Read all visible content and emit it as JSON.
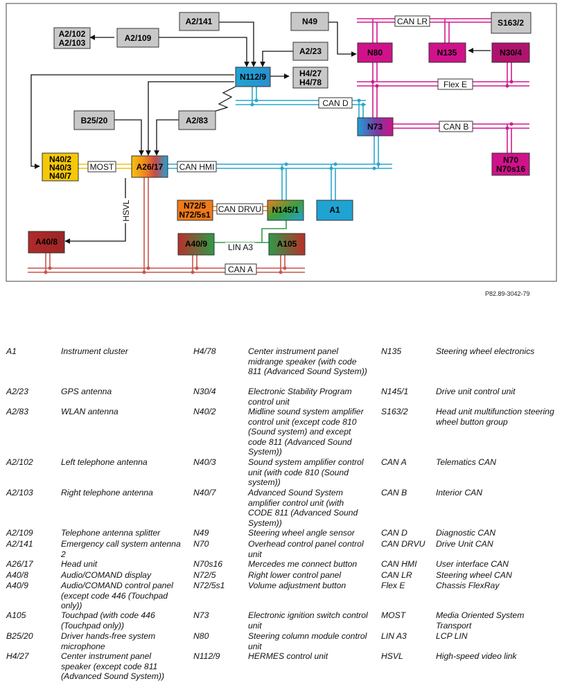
{
  "diagram": {
    "components": {
      "a2_141": "A2/141",
      "a2_102": "A2/102",
      "a2_103": "A2/103",
      "a2_109": "A2/109",
      "a2_23": "A2/23",
      "n49": "N49",
      "n80": "N80",
      "n135": "N135",
      "s163_2": "S163/2",
      "n30_4": "N30/4",
      "n112_9": "N112/9",
      "h4_27": "H4/27",
      "h4_78": "H4/78",
      "b25_20": "B25/20",
      "a2_83": "A2/83",
      "n73": "N73",
      "n70": "N70",
      "n70s16": "N70s16",
      "n40_2": "N40/2",
      "n40_3": "N40/3",
      "n40_7": "N40/7",
      "a26_17": "A26/17",
      "n72_5": "N72/5",
      "n72_5s1": "N72/5s1",
      "n145_1": "N145/1",
      "a1": "A1",
      "a40_8": "A40/8",
      "a40_9": "A40/9",
      "a105": "A105"
    },
    "bus_labels": {
      "can_lr": "CAN LR",
      "flex_e": "Flex E",
      "can_d": "CAN D",
      "can_b": "CAN B",
      "most": "MOST",
      "can_hmi": "CAN HMI",
      "can_drvu": "CAN DRVU",
      "lin_a3": "LIN A3",
      "can_a": "CAN A",
      "hsvl": "HSVL"
    },
    "colors": {
      "gray_box": "#c8c8c8",
      "can_red": "#c8544a",
      "can_magenta": "#d01a8c",
      "can_cyan": "#2aa6cc",
      "most_yellow": "#f2c40a",
      "lin_green": "#2e9a48",
      "orange": "#f07a1a",
      "dark_red": "#a82a2a",
      "n30_4": "#b0136e",
      "a1_blue": "#1fa3d2"
    },
    "reference": "P82.89-3042-79"
  },
  "legend": {
    "col1": [
      {
        "code": "A1",
        "desc": "Instrument cluster"
      },
      {
        "code": "A2/23",
        "desc": "GPS antenna"
      },
      {
        "code": "A2/83",
        "desc": "WLAN antenna"
      },
      {
        "code": "A2/102",
        "desc": "Left telephone antenna"
      },
      {
        "code": "A2/103",
        "desc": "Right telephone antenna"
      },
      {
        "code": "A2/109",
        "desc": "Telephone antenna splitter"
      },
      {
        "code": "A2/141",
        "desc": "Emergency call system antenna 2"
      },
      {
        "code": "A26/17",
        "desc": "Head unit"
      },
      {
        "code": "A40/8",
        "desc": "Audio/COMAND display"
      },
      {
        "code": "A40/9",
        "desc": "Audio/COMAND control panel (except code 446 (Touchpad only))"
      },
      {
        "code": "A105",
        "desc": "Touchpad (with code 446 (Touchpad only))"
      },
      {
        "code": "B25/20",
        "desc": "Driver hands-free system microphone"
      },
      {
        "code": "H4/27",
        "desc": "Center instrument panel speaker (except code 811 (Advanced Sound System))"
      }
    ],
    "col2": [
      {
        "code": "H4/78",
        "desc": "Center instrument panel midrange speaker (with code 811 (Advanced Sound System))"
      },
      {
        "code": "N30/4",
        "desc": "Electronic Stability Program control unit"
      },
      {
        "code": "N40/2",
        "desc": "Midline sound system amplifier control unit (except code 810 (Sound system) and except code 811 (Advanced Sound System))"
      },
      {
        "code": "N40/3",
        "desc": "Sound system amplifier control unit (with code 810 (Sound system))"
      },
      {
        "code": "N40/7",
        "desc": "Advanced Sound System amplifier control unit (with CODE 811 (Advanced Sound System))"
      },
      {
        "code": "N49",
        "desc": "Steering wheel angle sensor"
      },
      {
        "code": "N70",
        "desc": "Overhead control panel control unit"
      },
      {
        "code": "N70s16",
        "desc": "Mercedes me connect button"
      },
      {
        "code": "N72/5",
        "desc": "Right lower control panel"
      },
      {
        "code": "N72/5s1",
        "desc": "Volume adjustment button"
      },
      {
        "code": "N73",
        "desc": "Electronic ignition switch control unit"
      },
      {
        "code": "N80",
        "desc": "Steering column module control unit"
      },
      {
        "code": "N112/9",
        "desc": "HERMES control unit"
      }
    ],
    "col3": [
      {
        "code": "N135",
        "desc": "Steering wheel electronics"
      },
      {
        "code": "N145/1",
        "desc": "Drive unit control unit"
      },
      {
        "code": "S163/2",
        "desc": "Head unit multifunction steering wheel button group"
      },
      {
        "code": "CAN A",
        "desc": "Telematics CAN"
      },
      {
        "code": "CAN B",
        "desc": "Interior CAN"
      },
      {
        "code": "CAN D",
        "desc": "Diagnostic CAN"
      },
      {
        "code": "CAN DRVU",
        "desc": "Drive Unit CAN"
      },
      {
        "code": "CAN HMI",
        "desc": "User interface CAN"
      },
      {
        "code": "CAN LR",
        "desc": "Steering wheel CAN"
      },
      {
        "code": "Flex E",
        "desc": "Chassis FlexRay"
      },
      {
        "code": "MOST",
        "desc": "Media Oriented System Transport"
      },
      {
        "code": "LIN A3",
        "desc": "LCP LIN"
      },
      {
        "code": "HSVL",
        "desc": "High-speed video link"
      }
    ]
  }
}
